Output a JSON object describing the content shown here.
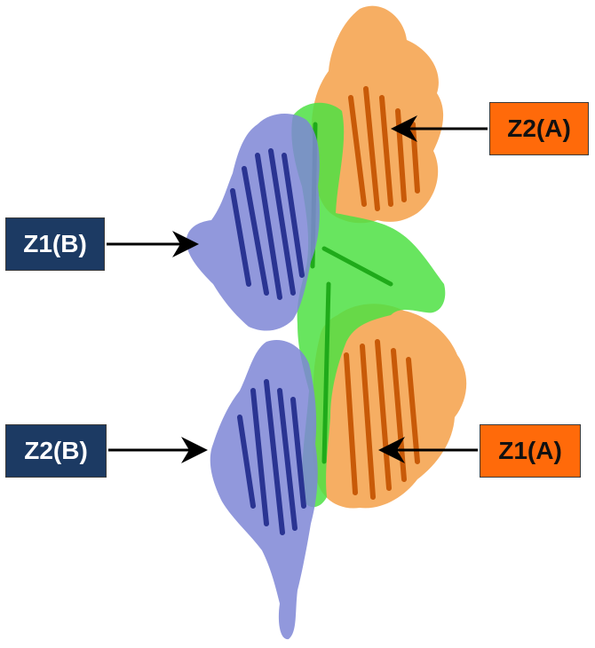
{
  "labels": {
    "z1b": "Z1(B)",
    "z2b": "Z2(B)",
    "z2a": "Z2(A)",
    "z1a": "Z1(A)"
  },
  "colors": {
    "chain_b": "#6f7ad0",
    "chain_b_cartoon": "#2f3aa0",
    "linker": "#3ee03a",
    "chain_a": "#f09030",
    "chain_a_cartoon": "#d46a10",
    "label_blue": "#1c3a63",
    "label_orange": "#ff6a0a"
  }
}
